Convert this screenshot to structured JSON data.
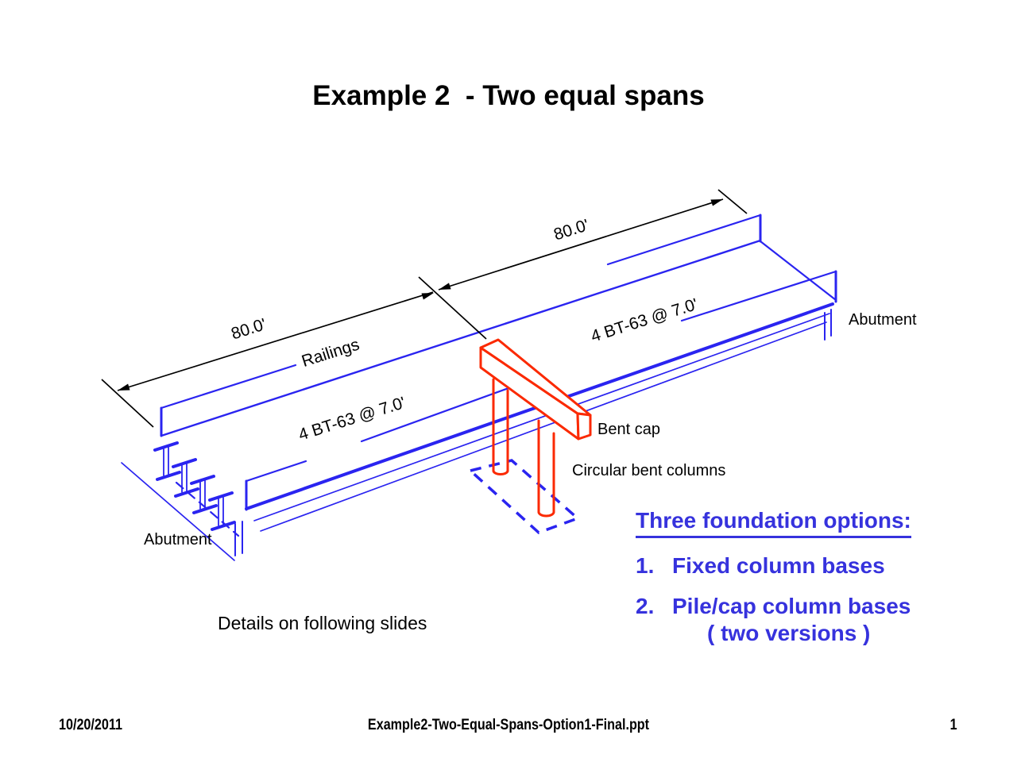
{
  "title": "Example 2  - Two equal spans",
  "diagram": {
    "span_left_label": "80.0'",
    "span_right_label": "80.0'",
    "railings_label": "Railings",
    "girders_left_label": "4 BT-63 @ 7.0'",
    "girders_right_label": "4 BT-63 @ 7.0'",
    "abutment_left_label": "Abutment",
    "abutment_right_label": "Abutment",
    "bent_cap_label": "Bent cap",
    "columns_label": "Circular bent columns",
    "colors": {
      "drawing_blue": "#2a24f0",
      "drawing_red": "#fb2900",
      "dimension_black": "#000000",
      "text_blue": "#3632dd"
    }
  },
  "options": {
    "heading": "Three foundation options:",
    "items": [
      {
        "number": "1.",
        "text": "Fixed column bases"
      },
      {
        "number": "2.",
        "text": "Pile/cap column bases"
      }
    ],
    "item2_note": "( two versions )"
  },
  "note": "Details on following slides",
  "footer": {
    "date": "10/20/2011",
    "filename": "Example2-Two-Equal-Spans-Option1-Final.ppt",
    "page": "1"
  }
}
